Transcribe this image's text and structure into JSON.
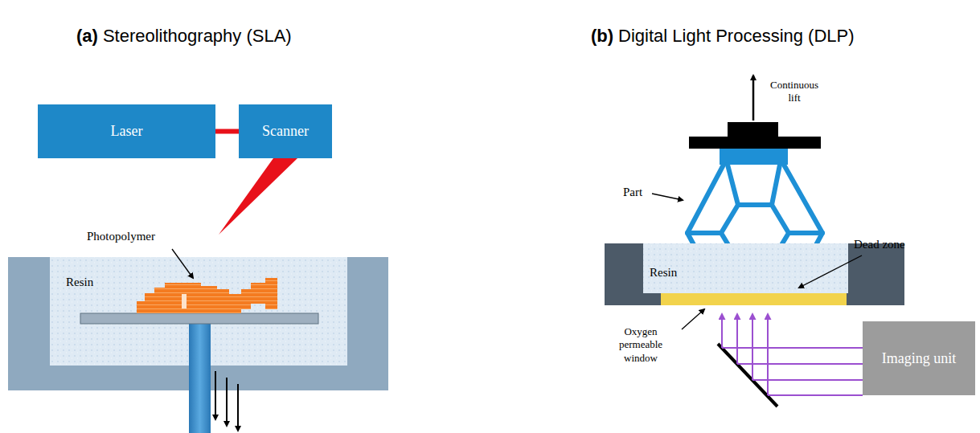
{
  "diagram": {
    "nodes": [
      {
        "text": [
          "Laser"
        ]
      },
      {
        "text": [
          "Scanner"
        ]
      },
      {
        "text": [
          "Imaging unit"
        ]
      }
    ],
    "edges": [
      {
        "from": 0,
        "to": 1,
        "arrow": "none"
      }
    ],
    "labels": [
      "(a)",
      "Stereolithography (SLA)",
      "(b)",
      "Digital Light Processing (DLP)",
      "Photopolymer",
      "Resin",
      "Continuous lift",
      "Part",
      "Dead zone",
      "Resin",
      "Oxygen permeable window"
    ]
  }
}
